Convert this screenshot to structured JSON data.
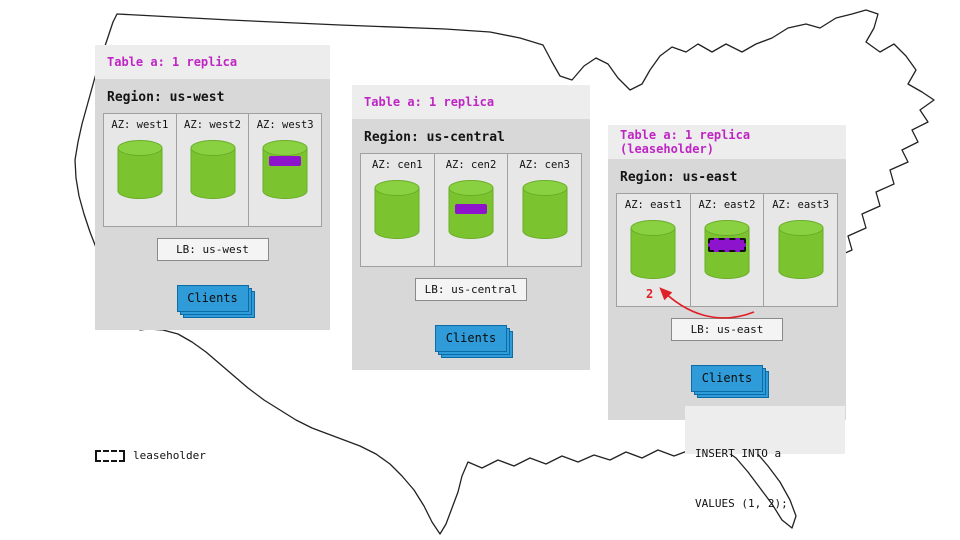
{
  "colors": {
    "accent_magenta": "#bf25c4",
    "replica_purple": "#8d14cc",
    "cylinder_green": "#7cc42f",
    "clients_blue": "#2f9bd8",
    "arrow_red": "#e02128",
    "panel_header_bg": "#ededed",
    "panel_body_bg": "#d8d8d8"
  },
  "panels": [
    {
      "id": "us-west",
      "table_label": "Table a: 1 replica",
      "region_label": "Region: us-west",
      "azs": [
        {
          "label": "AZ: west1",
          "replica": false,
          "leaseholder": false
        },
        {
          "label": "AZ: west2",
          "replica": false,
          "leaseholder": false
        },
        {
          "label": "AZ: west3",
          "replica": true,
          "leaseholder": false
        }
      ],
      "lb_label": "LB: us-west",
      "clients_label": "Clients"
    },
    {
      "id": "us-central",
      "table_label": "Table a: 1 replica",
      "region_label": "Region: us-central",
      "azs": [
        {
          "label": "AZ: cen1",
          "replica": false,
          "leaseholder": false
        },
        {
          "label": "AZ: cen2",
          "replica": true,
          "leaseholder": false
        },
        {
          "label": "AZ: cen3",
          "replica": false,
          "leaseholder": false
        }
      ],
      "lb_label": "LB: us-central",
      "clients_label": "Clients"
    },
    {
      "id": "us-east",
      "table_label": "Table a: 1 replica (leaseholder)",
      "region_label": "Region: us-east",
      "azs": [
        {
          "label": "AZ: east1",
          "replica": false,
          "leaseholder": false
        },
        {
          "label": "AZ: east2",
          "replica": true,
          "leaseholder": true
        },
        {
          "label": "AZ: east3",
          "replica": false,
          "leaseholder": false
        }
      ],
      "lb_label": "LB: us-east",
      "clients_label": "Clients"
    }
  ],
  "annotation": {
    "step": "2"
  },
  "insert_box": {
    "line1": "INSERT INTO a",
    "line2": "VALUES (1, 2);"
  },
  "legend": {
    "label": "leaseholder"
  }
}
